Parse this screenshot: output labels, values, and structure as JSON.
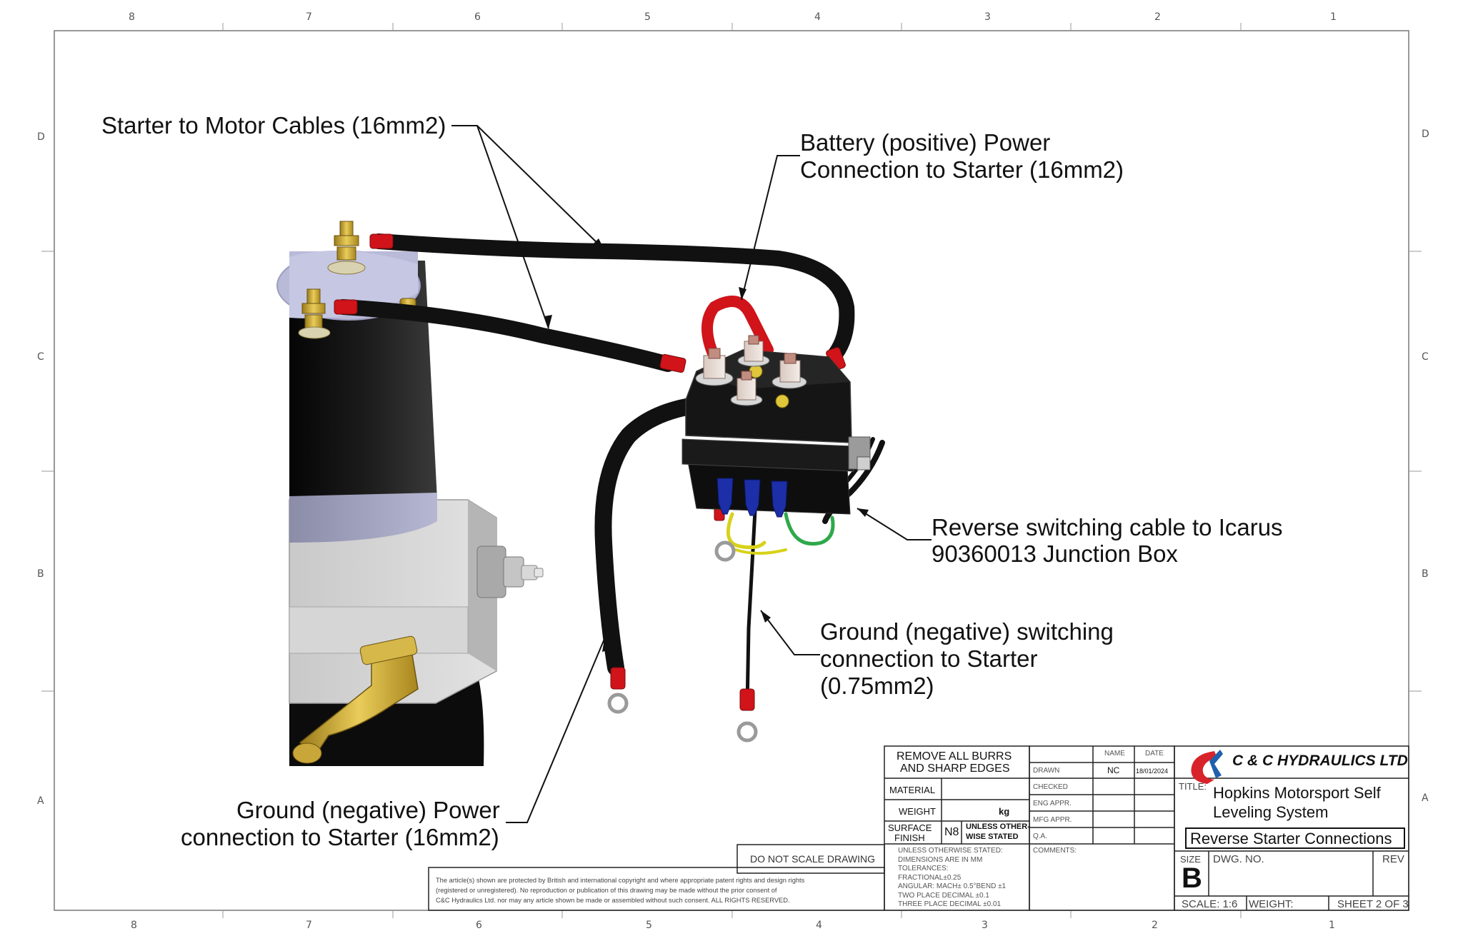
{
  "border": {
    "top_numbers": [
      "8",
      "7",
      "6",
      "5",
      "4",
      "3",
      "2",
      "1"
    ],
    "bottom_numbers": [
      "8",
      "7",
      "6",
      "5",
      "4",
      "3",
      "2",
      "1"
    ],
    "side_letters": [
      "D",
      "C",
      "B",
      "A"
    ]
  },
  "callouts": {
    "motor_cables": "Starter to Motor Cables (16mm2)",
    "battery_line1": "Battery (positive) Power",
    "battery_line2": "Connection to Starter (16mm2)",
    "reverse_line1": "Reverse switching cable to Icarus",
    "reverse_line2": "90360013 Junction Box",
    "ground_sw_line1": "Ground (negative) switching",
    "ground_sw_line2": "connection to Starter",
    "ground_sw_line3": "(0.75mm2)",
    "ground_pw_line1": "Ground (negative) Power",
    "ground_pw_line2": "connection to Starter (16mm2)"
  },
  "title_block": {
    "remove_burrs_1": "REMOVE ALL BURRS",
    "remove_burrs_2": "AND SHARP EDGES",
    "material": "MATERIAL",
    "weight": "WEIGHT",
    "weight_unit": "kg",
    "surface_finish_1": "SURFACE",
    "surface_finish_2": "FINISH",
    "finish_value": "N8",
    "unless_1": "UNLESS OTHER-",
    "unless_2": "WISE STATED",
    "tolerances": [
      "UNLESS OTHERWISE STATED:",
      "DIMENSIONS ARE IN MM",
      "TOLERANCES:",
      "FRACTIONAL±0.25",
      "ANGULAR: MACH± 0.5°BEND ±1",
      "TWO PLACE DECIMAL    ±0.1",
      "THREE PLACE DECIMAL   ±0.01"
    ],
    "col_name": "NAME",
    "col_date": "DATE",
    "rows": [
      "DRAWN",
      "CHECKED",
      "ENG APPR.",
      "MFG APPR.",
      "Q.A.",
      "COMMENTS:"
    ],
    "drawn_name": "NC",
    "drawn_date": "18/01/2024",
    "company": "C & C HYDRAULICS LTD",
    "title_label": "TITLE:",
    "title_1": "Hopkins Motorsport Self",
    "title_2": "Leveling System",
    "drawing_name": "Reverse Starter Connections",
    "size_label": "SIZE",
    "size_value": "B",
    "dwg_no_label": "DWG.  NO.",
    "rev_label": "REV",
    "scale": "SCALE: 1:6",
    "weight_label": "WEIGHT:",
    "sheet": "SHEET 2 OF 3",
    "do_not_scale": "DO NOT SCALE DRAWING",
    "copyright_1": "The article(s) shown are protected by British and international copyright and where appropriate patent rights and design rights",
    "copyright_2": "(registered or unregistered). No reproduction or publication of this drawing may be made without the prior consent of",
    "copyright_3": "C&C Hydraulics Ltd. nor may any article shown be made or assembled without such consent. ALL RIGHTS RESERVED."
  },
  "colors": {
    "cable": "#121212",
    "red_lug": "#d0141a",
    "motor_cap": "#b8b9da",
    "brass": "#d2ae3c",
    "yellow_wire": "#d8d21a",
    "green_wire": "#2fa84a",
    "blue_terminal": "#1c2fa8",
    "logo_red": "#d8232a",
    "logo_blue": "#1f5fae"
  }
}
